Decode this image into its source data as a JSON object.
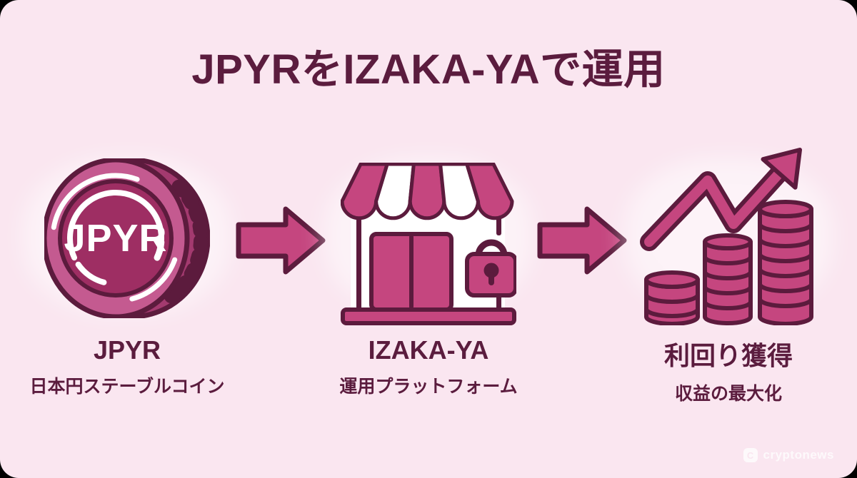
{
  "title": "JPYRをIZAKA-YAで運用",
  "steps": {
    "jpyr": {
      "heading": "JPYR",
      "subheading": "日本円ステーブルコイン",
      "coin_label": "JPYR"
    },
    "izakaya": {
      "heading": "IZAKA-YA",
      "subheading": "運用プラットフォーム"
    },
    "yield": {
      "heading": "利回り獲得",
      "subheading": "収益の最大化"
    }
  },
  "watermark": {
    "brand": "cryptonews",
    "icon_letter": "C"
  },
  "colors": {
    "bg": "#000000",
    "card": "#fae6f0",
    "text-dark": "#5b1c3e",
    "outline": "#5c1b3d",
    "pink": "#c5467f",
    "pink-light": "#c45a90",
    "pink-back": "#a33a6f",
    "pink-deep": "#9e2e63"
  }
}
